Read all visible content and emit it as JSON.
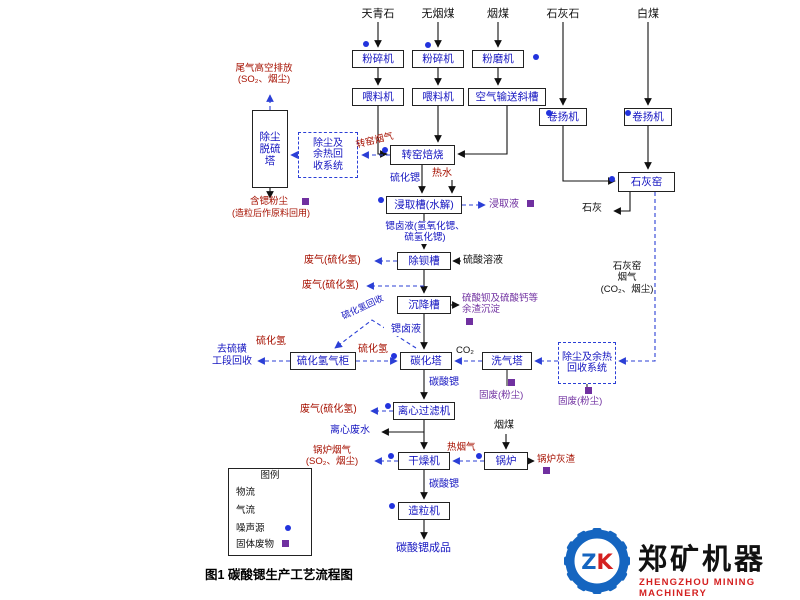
{
  "caption": "图1  碳酸锶生产工艺流程图",
  "colors": {
    "flow": "#111111",
    "gas": "#2b3fd6",
    "boxtext": "#1515c0",
    "red": "#a61000",
    "purple": "#7030a0",
    "dot": "#2233dd",
    "logoblue": "#1565c0",
    "logored": "#d42020"
  },
  "inputs": {
    "celestite": "天青石",
    "anthracite": "无烟煤",
    "coal": "烟煤",
    "limestone": "石灰石",
    "white_coal": "白煤"
  },
  "boxes": {
    "crusher": "粉碎机",
    "mill": "粉磨机",
    "feeder": "喂料机",
    "air_chute": "空气输送斜槽",
    "hoist": "卷扬机",
    "rotary_kiln": "转窑焙烧",
    "lime_kiln": "石灰窑",
    "dhr_left": "除尘及\n余热回\n收系统",
    "dhr_right": "除尘及余热\n回收系统",
    "desulf_tower": "除尘\n脱硫\n塔",
    "leach_tank": "浸取槽(水解)",
    "ba_removal": "除钡槽",
    "settle_tank": "沉降槽",
    "carb_tower": "碳化塔",
    "gas_holder": "硫化氢气柜",
    "wash_tower": "洗气塔",
    "centrifuge": "离心过滤机",
    "dryer": "干燥机",
    "boiler": "锅炉",
    "granulator": "造粒机"
  },
  "labels": {
    "tail_gas": "尾气高空排放\n(SO₂、烟尘)",
    "kiln_flue": "转窑烟气",
    "sr_dust": "含锶粉尘",
    "sr_dust_note": "(造粒后作原料回用)",
    "srs": "硫化锶",
    "hot_water": "热水",
    "leachate": "浸取液",
    "sr_brine_full": "锶卤液(氢氧化锶、\n硫氢化锶)",
    "h2so4": "硫酸溶液",
    "waste_h2s": "废气(硫化氢)",
    "baso4": "硫酸钡及硫酸钙等\n余渣沉淀",
    "sr_brine": "锶卤液",
    "h2s_recovery": "硫化氢回收",
    "h2s": "硫化氢",
    "to_sulfur": "去硫磺\n工段回收",
    "co2": "CO₂",
    "solid_waste_dust": "固废(粉尘)",
    "lime_kiln_gas": "石灰窑\n烟气\n(CO₂、烟尘)",
    "lime": "石灰",
    "srco3": "碳酸锶",
    "centrifuge_waste": "离心废水",
    "boiler_flue": "锅炉烟气\n(SO₂、烟尘)",
    "hot_flue": "热烟气",
    "coal_to_boiler": "烟煤",
    "boiler_ash": "锅炉灰渣",
    "final_product": "碳酸锶成品"
  },
  "legend": {
    "title": "图例",
    "material": "物流",
    "gas": "气流",
    "noise": "噪声源",
    "solid_waste": "固体废物"
  },
  "logo": {
    "zk_z": "Z",
    "zk_k": "K",
    "name": "郑矿机器",
    "subtitle": "ZHENGZHOU MINING MACHINERY"
  }
}
